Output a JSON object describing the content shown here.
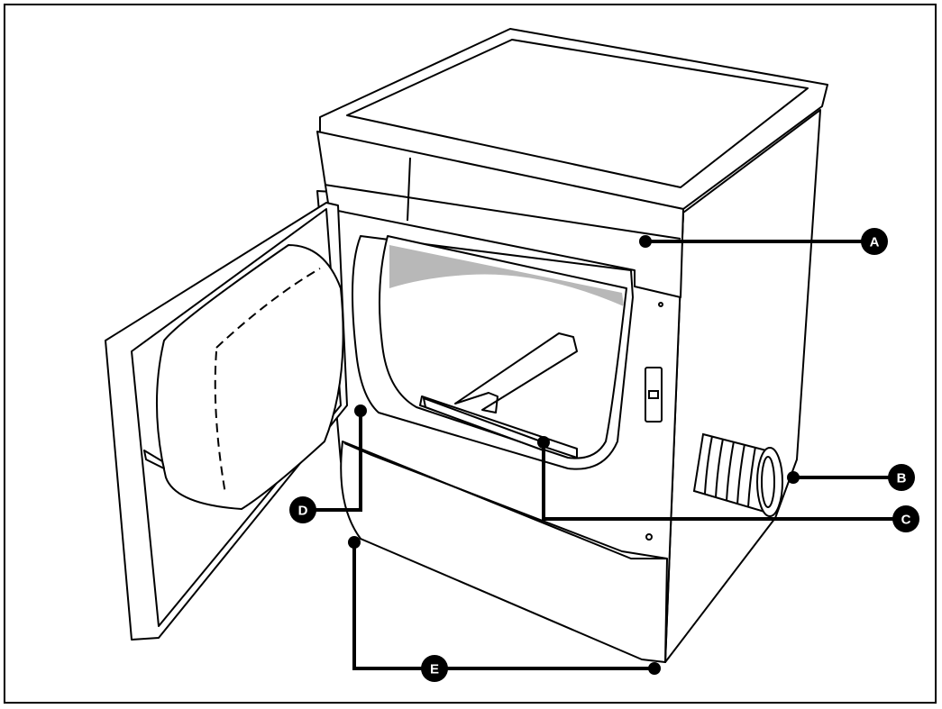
{
  "diagram": {
    "callouts": [
      {
        "id": "A",
        "label": "A"
      },
      {
        "id": "B",
        "label": "B"
      },
      {
        "id": "C",
        "label": "C"
      },
      {
        "id": "D",
        "label": "D"
      },
      {
        "id": "E",
        "label": "E"
      }
    ],
    "colors": {
      "line": "#000000",
      "fill": "#ffffff",
      "drum_shadow": "#b8b8b8",
      "callout": "#000000"
    }
  }
}
